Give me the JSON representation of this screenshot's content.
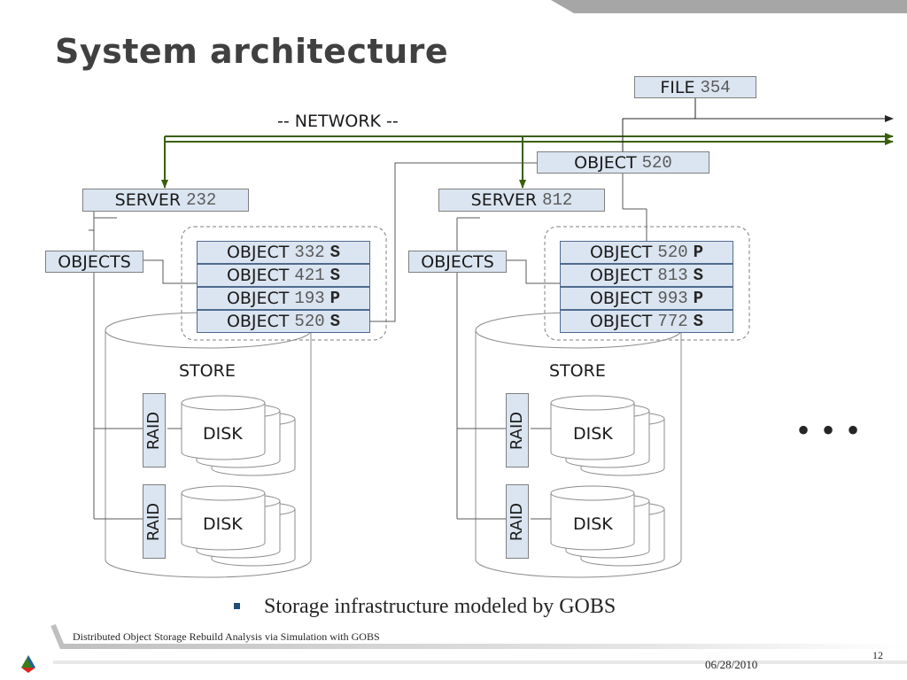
{
  "slide": {
    "title": "System architecture",
    "bullet": "Storage infrastructure modeled by GOBS",
    "footer": "Distributed Object Storage Rebuild Analysis via Simulation with GOBS",
    "date": "06/28/2010",
    "page": "12"
  },
  "diagram": {
    "network_label": "-- NETWORK --",
    "file": {
      "label": "FILE",
      "id": "354"
    },
    "object_top": {
      "label": "OBJECT",
      "id": "520"
    },
    "ellipsis": "• • •",
    "servers": [
      {
        "label": "SERVER",
        "id": "232",
        "objects_label": "OBJECTS",
        "store_label": "STORE",
        "objects": [
          {
            "label": "OBJECT",
            "id": "332",
            "role": "S"
          },
          {
            "label": "OBJECT",
            "id": "421",
            "role": "S"
          },
          {
            "label": "OBJECT",
            "id": "193",
            "role": "P"
          },
          {
            "label": "OBJECT",
            "id": "520",
            "role": "S"
          }
        ],
        "raids": [
          {
            "label": "RAID",
            "disk_label": "DISK"
          },
          {
            "label": "RAID",
            "disk_label": "DISK"
          }
        ]
      },
      {
        "label": "SERVER",
        "id": "812",
        "objects_label": "OBJECTS",
        "store_label": "STORE",
        "objects": [
          {
            "label": "OBJECT",
            "id": "520",
            "role": "P"
          },
          {
            "label": "OBJECT",
            "id": "813",
            "role": "S"
          },
          {
            "label": "OBJECT",
            "id": "993",
            "role": "P"
          },
          {
            "label": "OBJECT",
            "id": "772",
            "role": "S"
          }
        ],
        "raids": [
          {
            "label": "RAID",
            "disk_label": "DISK"
          },
          {
            "label": "RAID",
            "disk_label": "DISK"
          }
        ]
      }
    ]
  },
  "colors": {
    "box_fill": "#dbe5f1",
    "network": "#3a5f0b",
    "title": "#404040",
    "header_band": "#a6a6a6"
  }
}
